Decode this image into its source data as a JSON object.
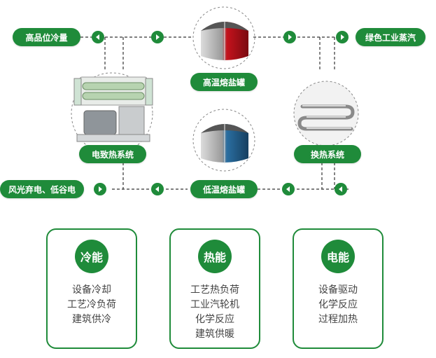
{
  "nodes": {
    "high_cold": "高品位冷量",
    "green_steam": "绿色工业蒸汽",
    "high_temp_tank": "高温熔盐罐",
    "electric_heating": "电致热系统",
    "heat_exchange": "换热系统",
    "low_temp_tank": "低温熔盐罐",
    "wind_solar": "风光弃电、低谷电"
  },
  "cards": [
    {
      "title": "冷能",
      "items": [
        "设备冷却",
        "工艺冷负荷",
        "建筑供冷"
      ]
    },
    {
      "title": "热能",
      "items": [
        "工艺热负荷",
        "工业汽轮机",
        "化学反应",
        "建筑供暖"
      ]
    },
    {
      "title": "电能",
      "items": [
        "设备驱动",
        "化学反应",
        "过程加热"
      ]
    }
  ],
  "colors": {
    "accent_green": "#1f8b3a",
    "hot_tank": "#b8121a",
    "cold_tank": "#1f5b8a"
  },
  "icons": [
    "arrow-right-icon",
    "arrow-left-icon"
  ]
}
